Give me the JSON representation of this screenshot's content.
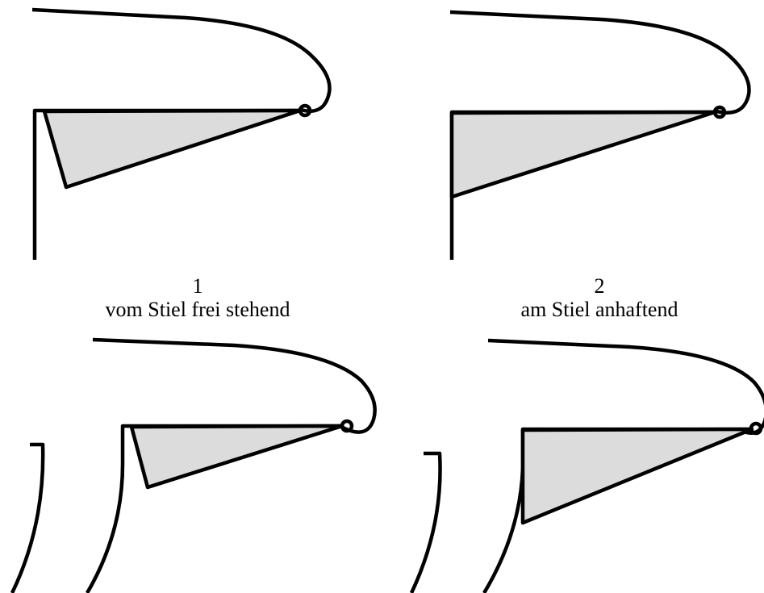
{
  "figure": {
    "panels": [
      {
        "number": "1",
        "caption": "vom Stiel frei stehend"
      },
      {
        "number": "2",
        "caption": "am Stiel anhaftend"
      },
      {
        "number": "",
        "caption": ""
      },
      {
        "number": "",
        "caption": ""
      }
    ]
  },
  "colors": {
    "gill_fill": "#dcdcdc",
    "outline": "#000000",
    "background": "#ffffff"
  }
}
